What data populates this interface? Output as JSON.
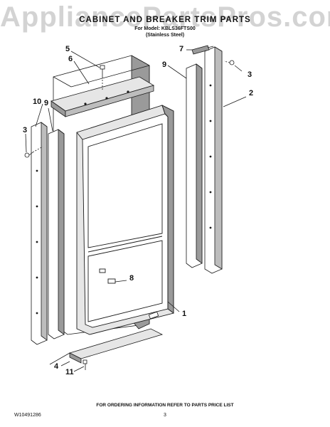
{
  "watermark": "AppliancePartsPros.com",
  "header": {
    "title": "CABINET AND BREAKER TRIM PARTS",
    "model_line": "For Model: KBLS36FTS00",
    "finish_line": "(Stainless Steel)"
  },
  "callouts": {
    "c1": "1",
    "c2": "2",
    "c3a": "3",
    "c3b": "3",
    "c4": "4",
    "c5": "5",
    "c6": "6",
    "c7": "7",
    "c8": "8",
    "c9a": "9",
    "c9b": "9",
    "c10": "10",
    "c11": "11"
  },
  "footer": {
    "instructions": "FOR ORDERING INFORMATION REFER TO PARTS PRICE LIST",
    "page_number": "3",
    "doc_number": "W10491286"
  },
  "colors": {
    "line": "#1a1a1a",
    "shade": "#8a8a8a",
    "light_shade": "#cfcfcf",
    "watermark": "#969696"
  }
}
